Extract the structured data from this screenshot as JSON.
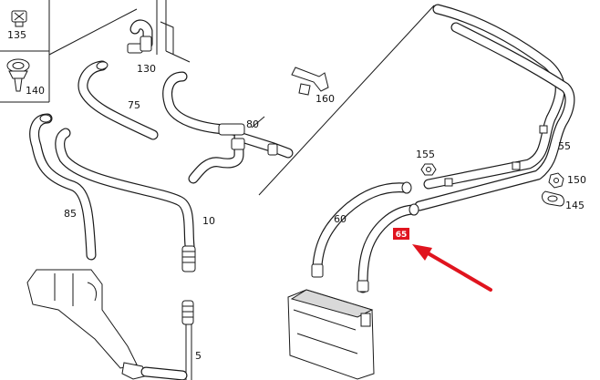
{
  "labels": {
    "p135": "135",
    "p140": "140",
    "p130": "130",
    "p75": "75",
    "p80": "80",
    "p160": "160",
    "p85": "85",
    "p10": "10",
    "p5": "5",
    "p155": "155",
    "p55": "55",
    "p60": "60",
    "p150": "150",
    "p145": "145",
    "highlight": "65"
  },
  "colors": {
    "line": "#1a1a1a",
    "highlight": "#e0141e",
    "arrow": "#e0141e"
  }
}
